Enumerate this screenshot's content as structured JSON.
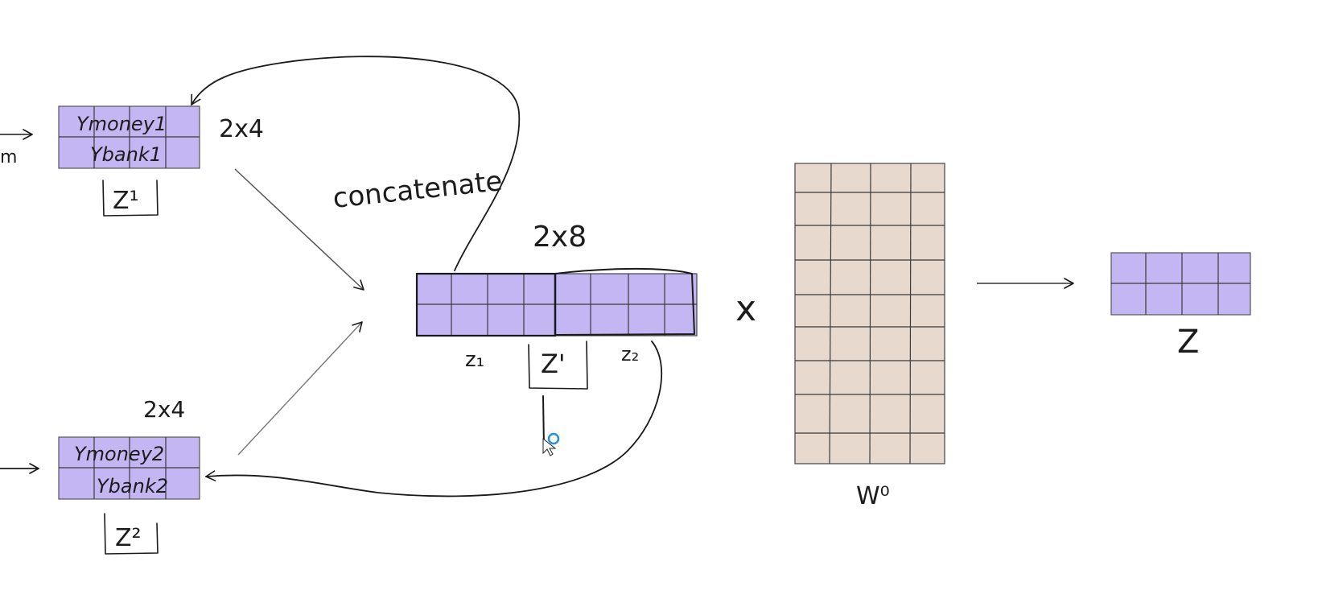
{
  "colors": {
    "matrix_purple": "#c3b6f3",
    "weight_beige": "#e8d9cf",
    "ink": "#1a1a1a",
    "cursor_ring": "#2b8fd6"
  },
  "top_matrix": {
    "row1_text": "Ymoney1",
    "row2_text": "Ybank1",
    "label": "Z¹",
    "size_label": "2x4",
    "left_stub": "m"
  },
  "bottom_matrix": {
    "row1_text": "Ymoney2",
    "row2_text": "Ybank2",
    "label": "Z²",
    "size_label": "2x4"
  },
  "concat": {
    "annotation": "concatenate",
    "size_label": "2x8",
    "sub_label_left": "z₁",
    "sub_label_mid": "Z'",
    "sub_label_right": "z₂"
  },
  "operator": "x",
  "weights": {
    "label": "W⁰"
  },
  "output": {
    "label": "Z"
  }
}
